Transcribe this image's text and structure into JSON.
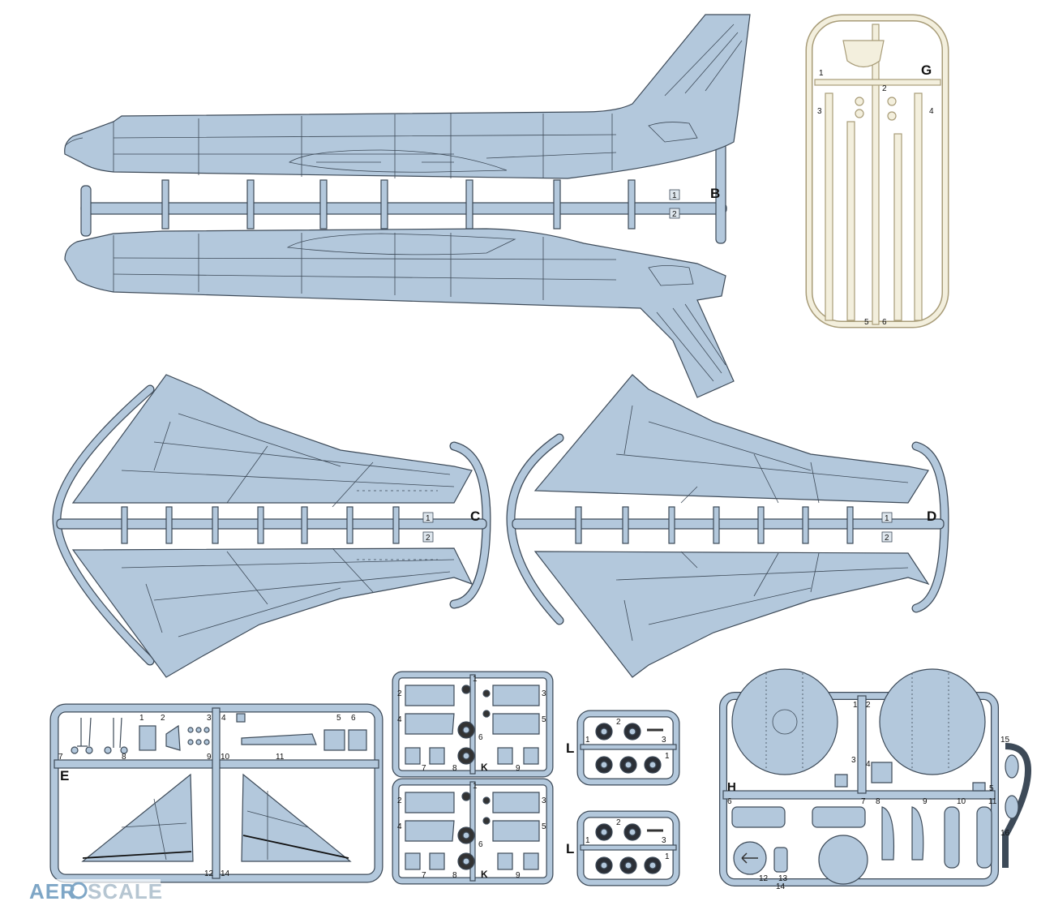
{
  "colors": {
    "plastic_blue": "#b3c8dc",
    "panel_line": "#3d4a58",
    "clear_sprue": "#f3efdd",
    "clear_edge": "#a89c78",
    "tag_fill": "#dfe7ee",
    "watermark_blue": "#7ea6c6",
    "watermark_grey": "#b6c6d2"
  },
  "sprues": {
    "B": {
      "letter": "B",
      "numbers": [
        "1",
        "2"
      ]
    },
    "G": {
      "letter": "G",
      "numbers": [
        "1",
        "2",
        "3",
        "4",
        "5",
        "6"
      ]
    },
    "C": {
      "letter": "C",
      "numbers": [
        "1",
        "2"
      ]
    },
    "D": {
      "letter": "D",
      "numbers": [
        "1",
        "2"
      ]
    },
    "E": {
      "letter": "E",
      "numbers": [
        "1",
        "2",
        "3",
        "4",
        "5",
        "6",
        "7",
        "8",
        "9",
        "10",
        "11",
        "12",
        "14"
      ]
    },
    "K1": {
      "letter": "K",
      "numbers": [
        "1",
        "2",
        "3",
        "4",
        "5",
        "6",
        "7",
        "8",
        "9"
      ]
    },
    "K2": {
      "letter": "K",
      "numbers": [
        "1",
        "2",
        "3",
        "4",
        "5",
        "6",
        "7",
        "8",
        "9"
      ]
    },
    "L1": {
      "letter": "L",
      "numbers": [
        "1",
        "2",
        "3"
      ]
    },
    "L2": {
      "letter": "L",
      "numbers": [
        "1",
        "2",
        "3"
      ]
    },
    "H": {
      "letter": "H",
      "numbers": [
        "1",
        "2",
        "3",
        "4",
        "5",
        "6",
        "7",
        "8",
        "9",
        "10",
        "11",
        "12",
        "13",
        "14",
        "15",
        "16"
      ]
    }
  },
  "watermark": {
    "part1": "AER",
    "part2": "SCALE"
  }
}
